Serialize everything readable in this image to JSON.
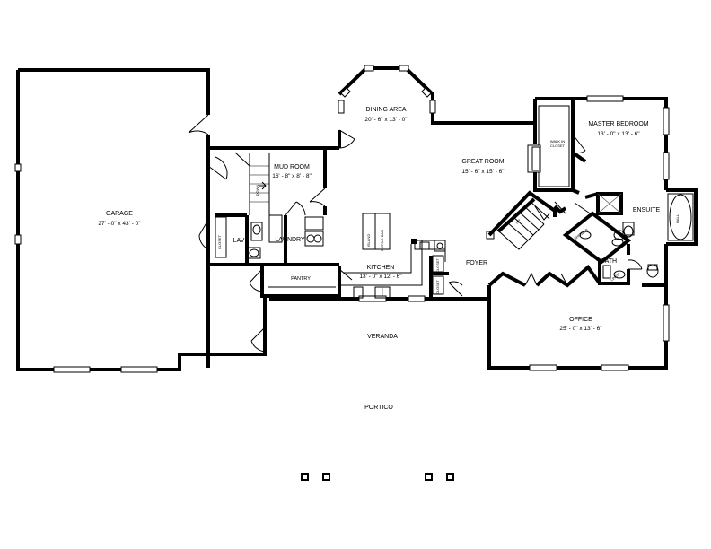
{
  "plan": {
    "rooms": {
      "garage": {
        "name": "GARAGE",
        "dims": "27' - 0\" x 43' - 0\""
      },
      "mud_room": {
        "name": "MUD ROOM",
        "dims": "16' - 8\" x 8' - 8\""
      },
      "dining": {
        "name": "DINING AREA",
        "dims": "20' - 6\" x 13' - 0\""
      },
      "great_room": {
        "name": "GREAT ROOM",
        "dims": "15' - 6\" x 15' - 6\""
      },
      "master": {
        "name": "MASTER BEDROOM",
        "dims": "13' - 0\" x 13' - 6\""
      },
      "kitchen": {
        "name": "KITCHEN",
        "dims": "13' - 0\" x 12' - 6\""
      },
      "office": {
        "name": "OFFICE",
        "dims": "25' - 0\" x 13' - 6\""
      },
      "ensuite": {
        "name": "ENSUITE"
      },
      "bath": {
        "name": "BATH"
      },
      "lav": {
        "name": "LAV"
      },
      "laundry": {
        "name": "LAUNDRY"
      },
      "pantry": {
        "name": "PANTRY"
      },
      "foyer": {
        "name": "FOYER"
      },
      "veranda": {
        "name": "VERANDA"
      },
      "portico": {
        "name": "PORTICO"
      }
    },
    "small_labels": {
      "walk_in_closet_1": "WALK IN",
      "walk_in_closet_2": "CLOSET",
      "island": "ISLAND",
      "eating_bar": "EATING BAR",
      "down": "DOWN",
      "closet_a": "CLOSET",
      "closet_b": "CLOSET",
      "closet_c": "CLOSET",
      "up": "UP",
      "hallway": "HALL",
      "shower": "SHOWER",
      "linen": "LINEN"
    }
  }
}
